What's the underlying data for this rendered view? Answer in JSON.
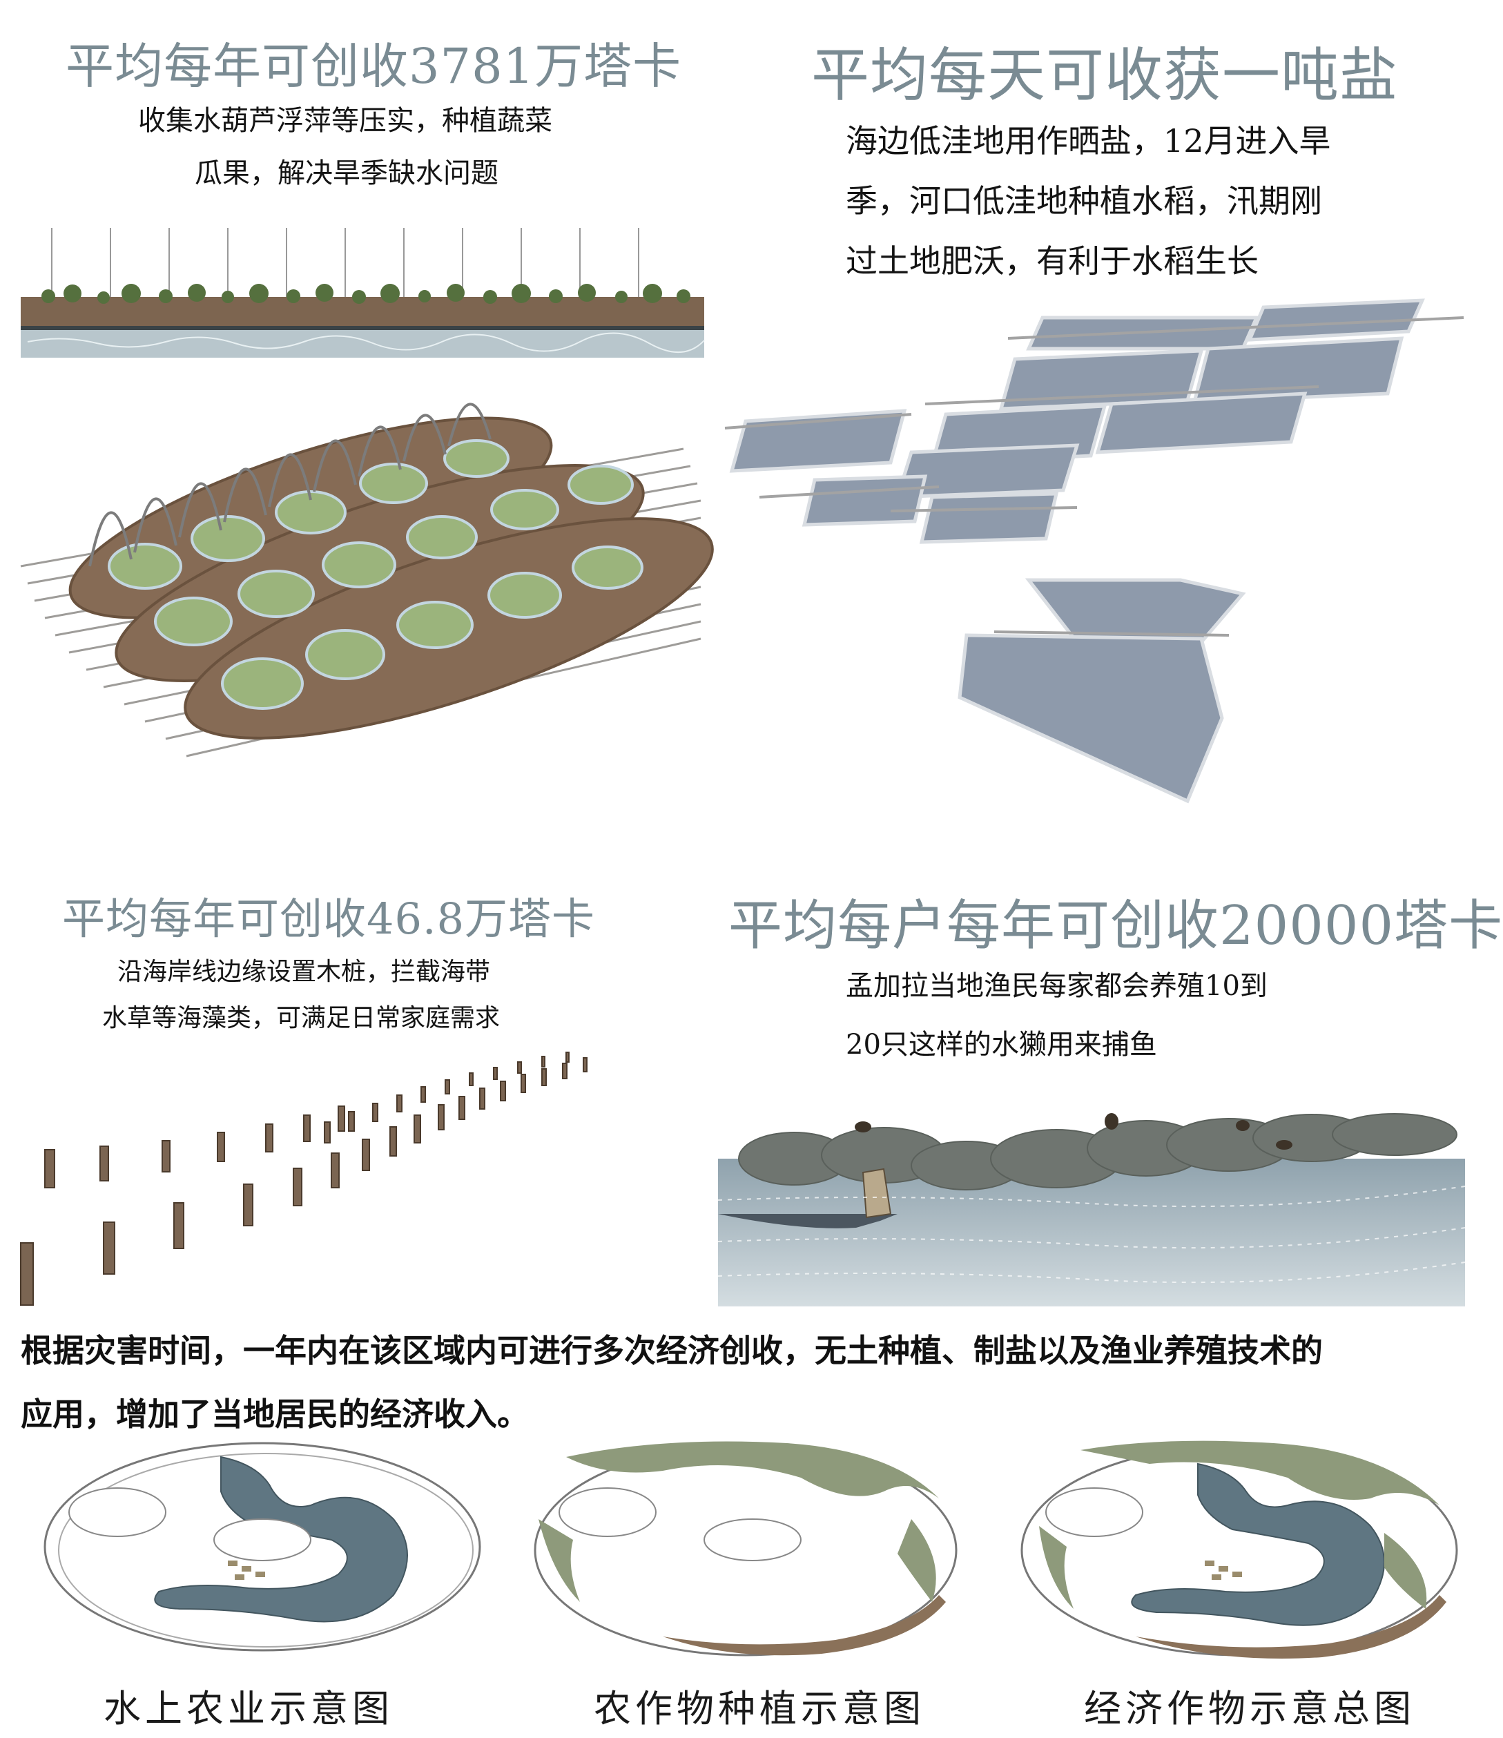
{
  "panels": {
    "floating_farm": {
      "headline": "平均每年可创收3781万塔卡",
      "desc_line1": "收集水葫芦浮萍等压实，种植蔬菜",
      "desc_line2": "瓜果，解决旱季缺水问题"
    },
    "salt_fields": {
      "headline": "平均每天可收获一吨盐",
      "desc_line1": "海边低洼地用作晒盐，12月进入旱",
      "desc_line2": "季，河口低洼地种植水稻，汛期刚",
      "desc_line3": "过土地肥沃，有利于水稻生长"
    },
    "seaweed_stakes": {
      "headline": "平均每年可创收46.8万塔卡",
      "desc_line1": "沿海岸线边缘设置木桩，拦截海带",
      "desc_line2": "水草等海藻类，可满足日常家庭需求"
    },
    "otter_fishing": {
      "headline": "平均每户每年可创收20000塔卡",
      "desc_line1": "孟加拉当地渔民每家都会养殖10到",
      "desc_line2": "20只这样的水獭用来捕鱼"
    }
  },
  "summary": {
    "line1": "根据灾害时间，一年内在该区域内可进行多次经济创收，无土种植、制盐以及渔业养殖技术的",
    "line2": "应用，增加了当地居民的经济收入。"
  },
  "maps": [
    {
      "caption": "水上农业示意图"
    },
    {
      "caption": "农作物种植示意图"
    },
    {
      "caption": "经济作物示意总图"
    }
  ],
  "colors": {
    "headline": "#7a8b93",
    "water": "#5f7682",
    "crop": "#8e9a7b",
    "soil": "#8a7159",
    "salt": "#8e9aab"
  }
}
